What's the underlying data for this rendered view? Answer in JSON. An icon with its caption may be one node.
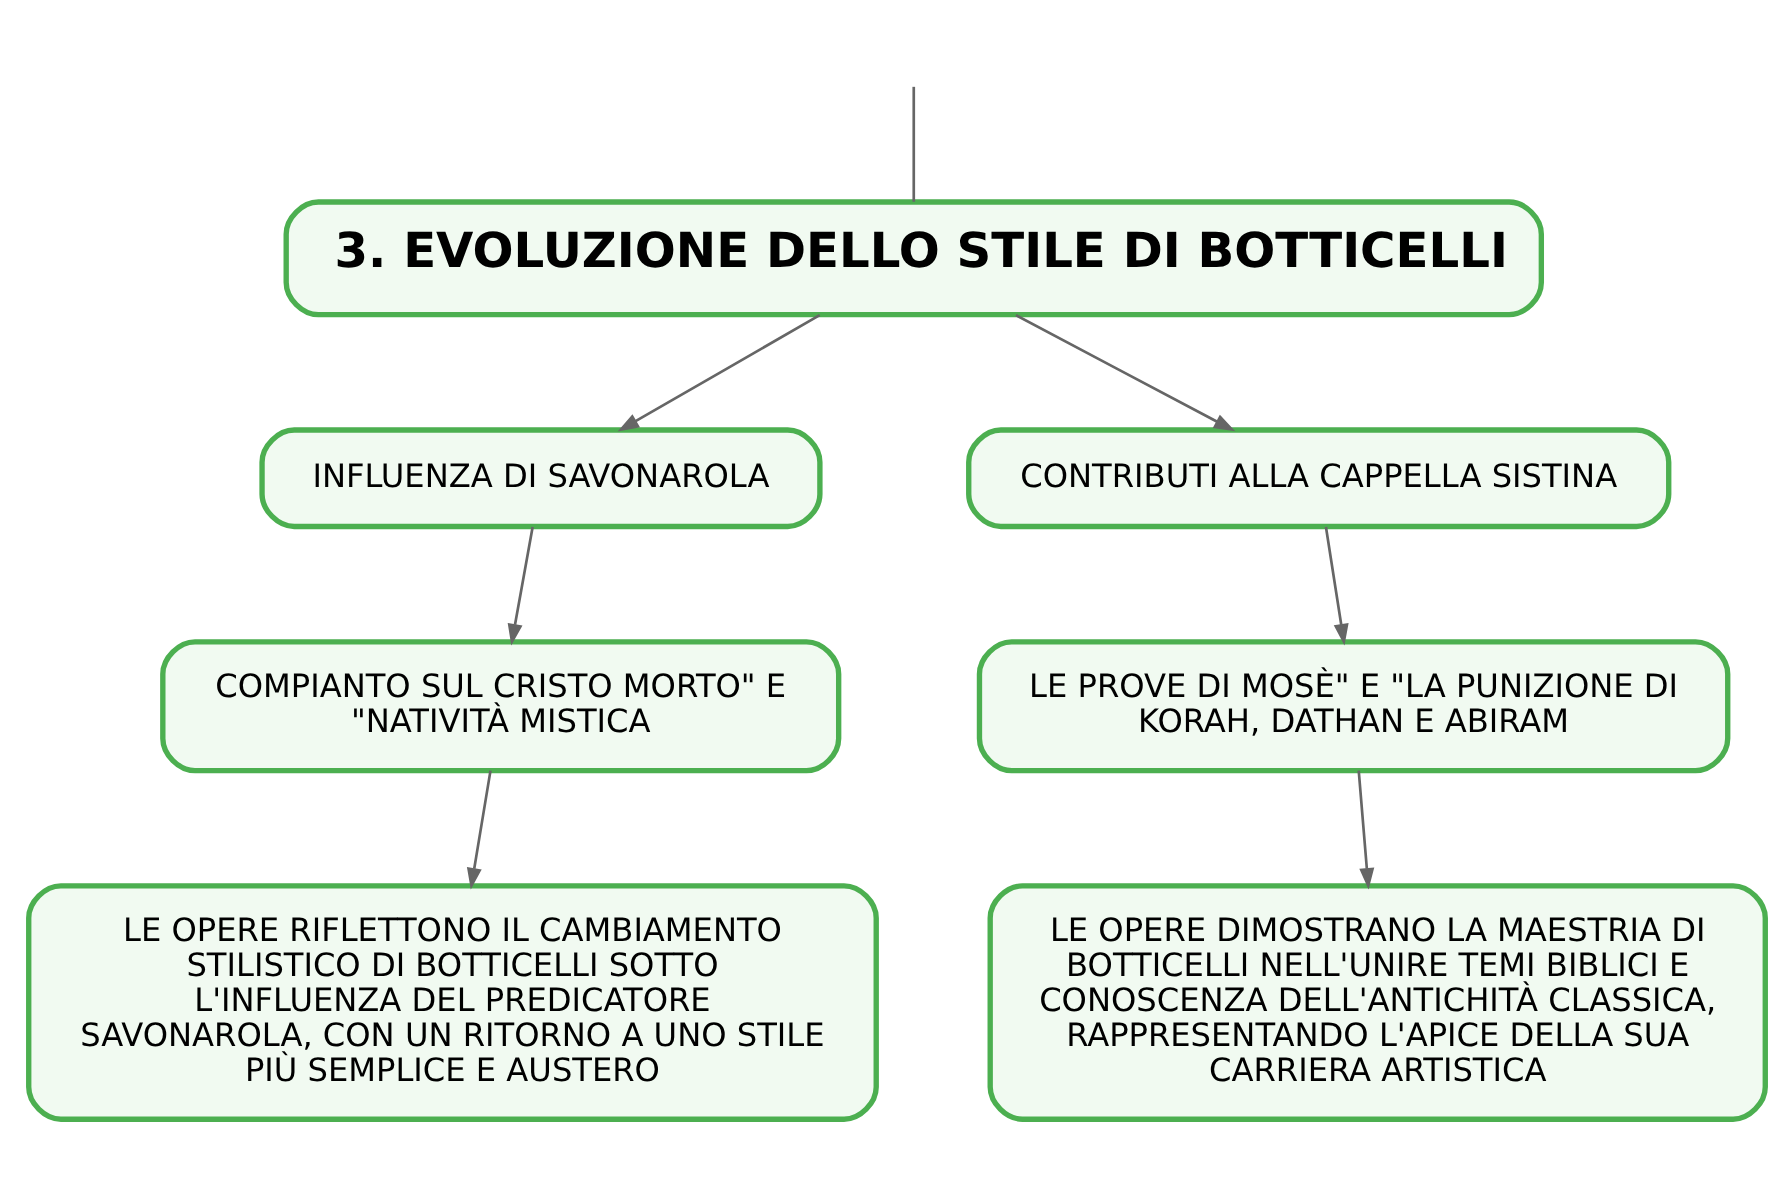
{
  "diagram": {
    "nodes": [
      {
        "text": [
          "3. EVOLUZIONE DELLO STILE DI BOTTICELLI"
        ]
      },
      {
        "text": [
          "INFLUENZA DI SAVONAROLA"
        ]
      },
      {
        "text": [
          "CONTRIBUTI ALLA CAPPELLA SISTINA"
        ]
      },
      {
        "text": [
          "COMPIANTO SUL CRISTO MORTO\" E \"NATIVITÀ MISTICA"
        ]
      },
      {
        "text": [
          "LE PROVE DI MOSÈ\" E \"LA PUNIZIONE DI KORAH, DATHAN E ABIRAM"
        ]
      },
      {
        "text": [
          "LE OPERE RIFLETTONO IL CAMBIAMENTO STILISTICO DI BOTTICELLI SOTTO L'INFLUENZA DEL PREDICATORE SAVONAROLA, CON UN RITORNO A UNO STILE PIÙ SEMPLICE E AUSTERO"
        ]
      },
      {
        "text": [
          "LE OPERE DIMOSTRANO LA MAESTRIA DI BOTTICELLI NELL'UNIRE TEMI BIBLICI E CONOSCENZA DELL'ANTICHITÀ CLASSICA, RAPPRESENTANDO L'APICE DELLA SUA CARRIERA ARTISTICA"
        ]
      }
    ],
    "edges": [
      {
        "from": null,
        "to": 0,
        "arrow": "none"
      },
      {
        "from": 0,
        "to": 1,
        "arrow": "to"
      },
      {
        "from": 0,
        "to": 2,
        "arrow": "to"
      },
      {
        "from": 1,
        "to": 3,
        "arrow": "to"
      },
      {
        "from": 3,
        "to": 5,
        "arrow": "to"
      },
      {
        "from": 2,
        "to": 4,
        "arrow": "to"
      },
      {
        "from": 4,
        "to": 6,
        "arrow": "to"
      }
    ]
  }
}
